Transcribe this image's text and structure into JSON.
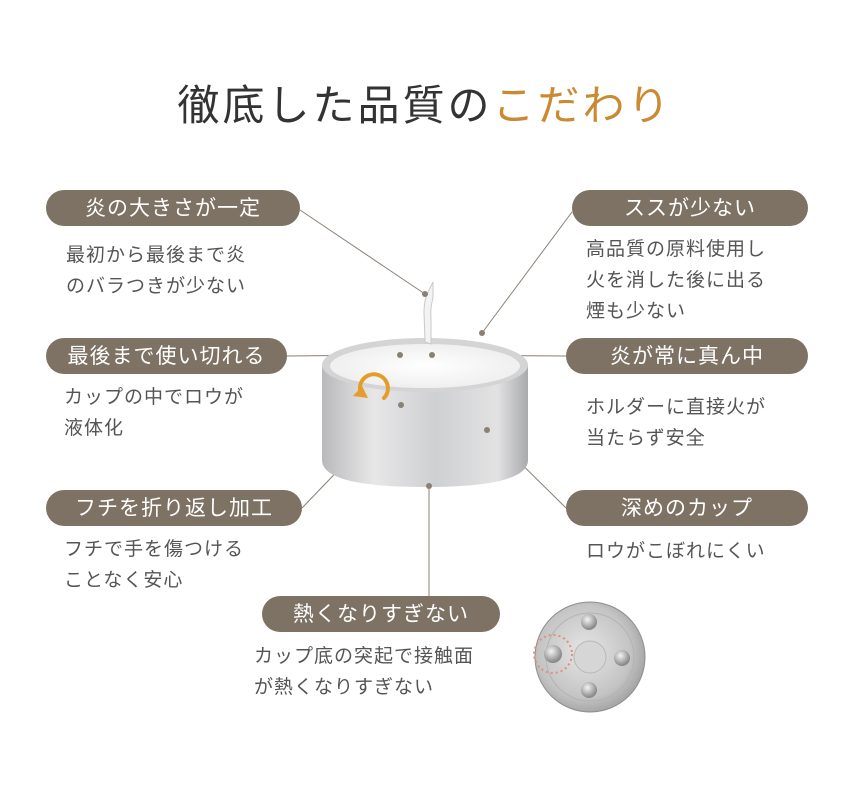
{
  "title": {
    "main": "徹底した品質の",
    "accent": "こだわり"
  },
  "features": [
    {
      "id": "flame-size",
      "label": "炎の大きさが一定",
      "lines": [
        "最初から最後まで炎",
        "のバラつきが少ない"
      ]
    },
    {
      "id": "soot",
      "label": "ススが少ない",
      "lines": [
        "高品質の原料使用し",
        "火を消した後に出る",
        "煙も少ない"
      ]
    },
    {
      "id": "burn-complete",
      "label": "最後まで使い切れる",
      "lines": [
        "カップの中でロウが",
        "液体化"
      ]
    },
    {
      "id": "flame-center",
      "label": "炎が常に真ん中",
      "lines": [
        "ホルダーに直接火が",
        "当たらず安全"
      ]
    },
    {
      "id": "rim",
      "label": "フチを折り返し加工",
      "lines": [
        "フチで手を傷つける",
        "ことなく安心"
      ]
    },
    {
      "id": "deep-cup",
      "label": "深めのカップ",
      "lines": [
        "ロウがこぼれにくい"
      ]
    },
    {
      "id": "not-hot",
      "label": "熱くなりすぎない",
      "lines": [
        "カップ底の突起で接触面",
        "が熱くなりすぎない"
      ]
    }
  ],
  "colors": {
    "pill": "#7d7264",
    "accent": "#c98a32",
    "line": "#8a8074",
    "text": "#555555"
  },
  "icons": {
    "cycle": "cycle-arrow-icon"
  }
}
